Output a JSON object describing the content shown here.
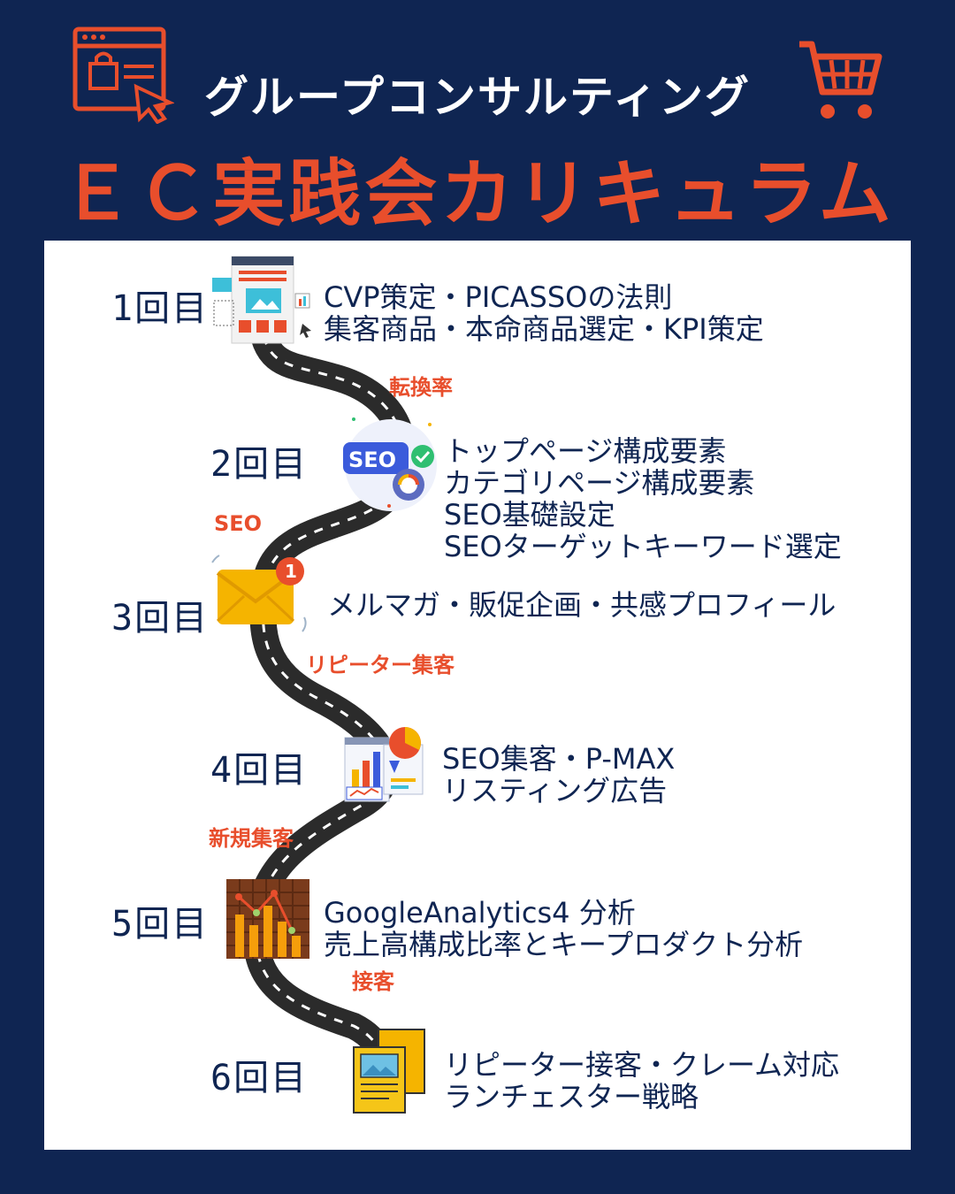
{
  "header": {
    "subtitle": "グループコンサルティング",
    "title": "ＥＣ実践会カリキュラム",
    "icons": [
      "browser-shopping-icon",
      "shopping-cart-icon"
    ]
  },
  "colors": {
    "background": "#0f2552",
    "accent": "#e84e2c",
    "panel": "#ffffff",
    "road": "#2b2b2b"
  },
  "sessions": [
    {
      "label": "1回目",
      "icon": "webpage-layout-icon",
      "lines": [
        "CVP策定・PICASSOの法則",
        "集客商品・本命商品選定・KPI策定"
      ]
    },
    {
      "label": "2回目",
      "icon": "seo-gear-icon",
      "lines": [
        "トップページ構成要素",
        "カテゴリページ構成要素",
        "SEO基礎設定",
        "SEOターゲットキーワード選定"
      ]
    },
    {
      "label": "3回目",
      "icon": "email-notification-icon",
      "badge": "1",
      "lines": [
        "メルマガ・販促企画・共感プロフィール"
      ]
    },
    {
      "label": "4回目",
      "icon": "analytics-dashboard-icon",
      "lines": [
        "SEO集客・P-MAX",
        "リスティング広告"
      ]
    },
    {
      "label": "5回目",
      "icon": "bar-chart-icon",
      "lines": [
        "GoogleAnalytics4 分析",
        "売上高構成比率とキープロダクト分析"
      ]
    },
    {
      "label": "6回目",
      "icon": "documents-icon",
      "lines": [
        "リピーター接客・クレーム対応",
        "ランチェスター戦略"
      ]
    }
  ],
  "road_labels": [
    "転換率",
    "SEO",
    "リピーター集客",
    "新規集客",
    "接客"
  ]
}
